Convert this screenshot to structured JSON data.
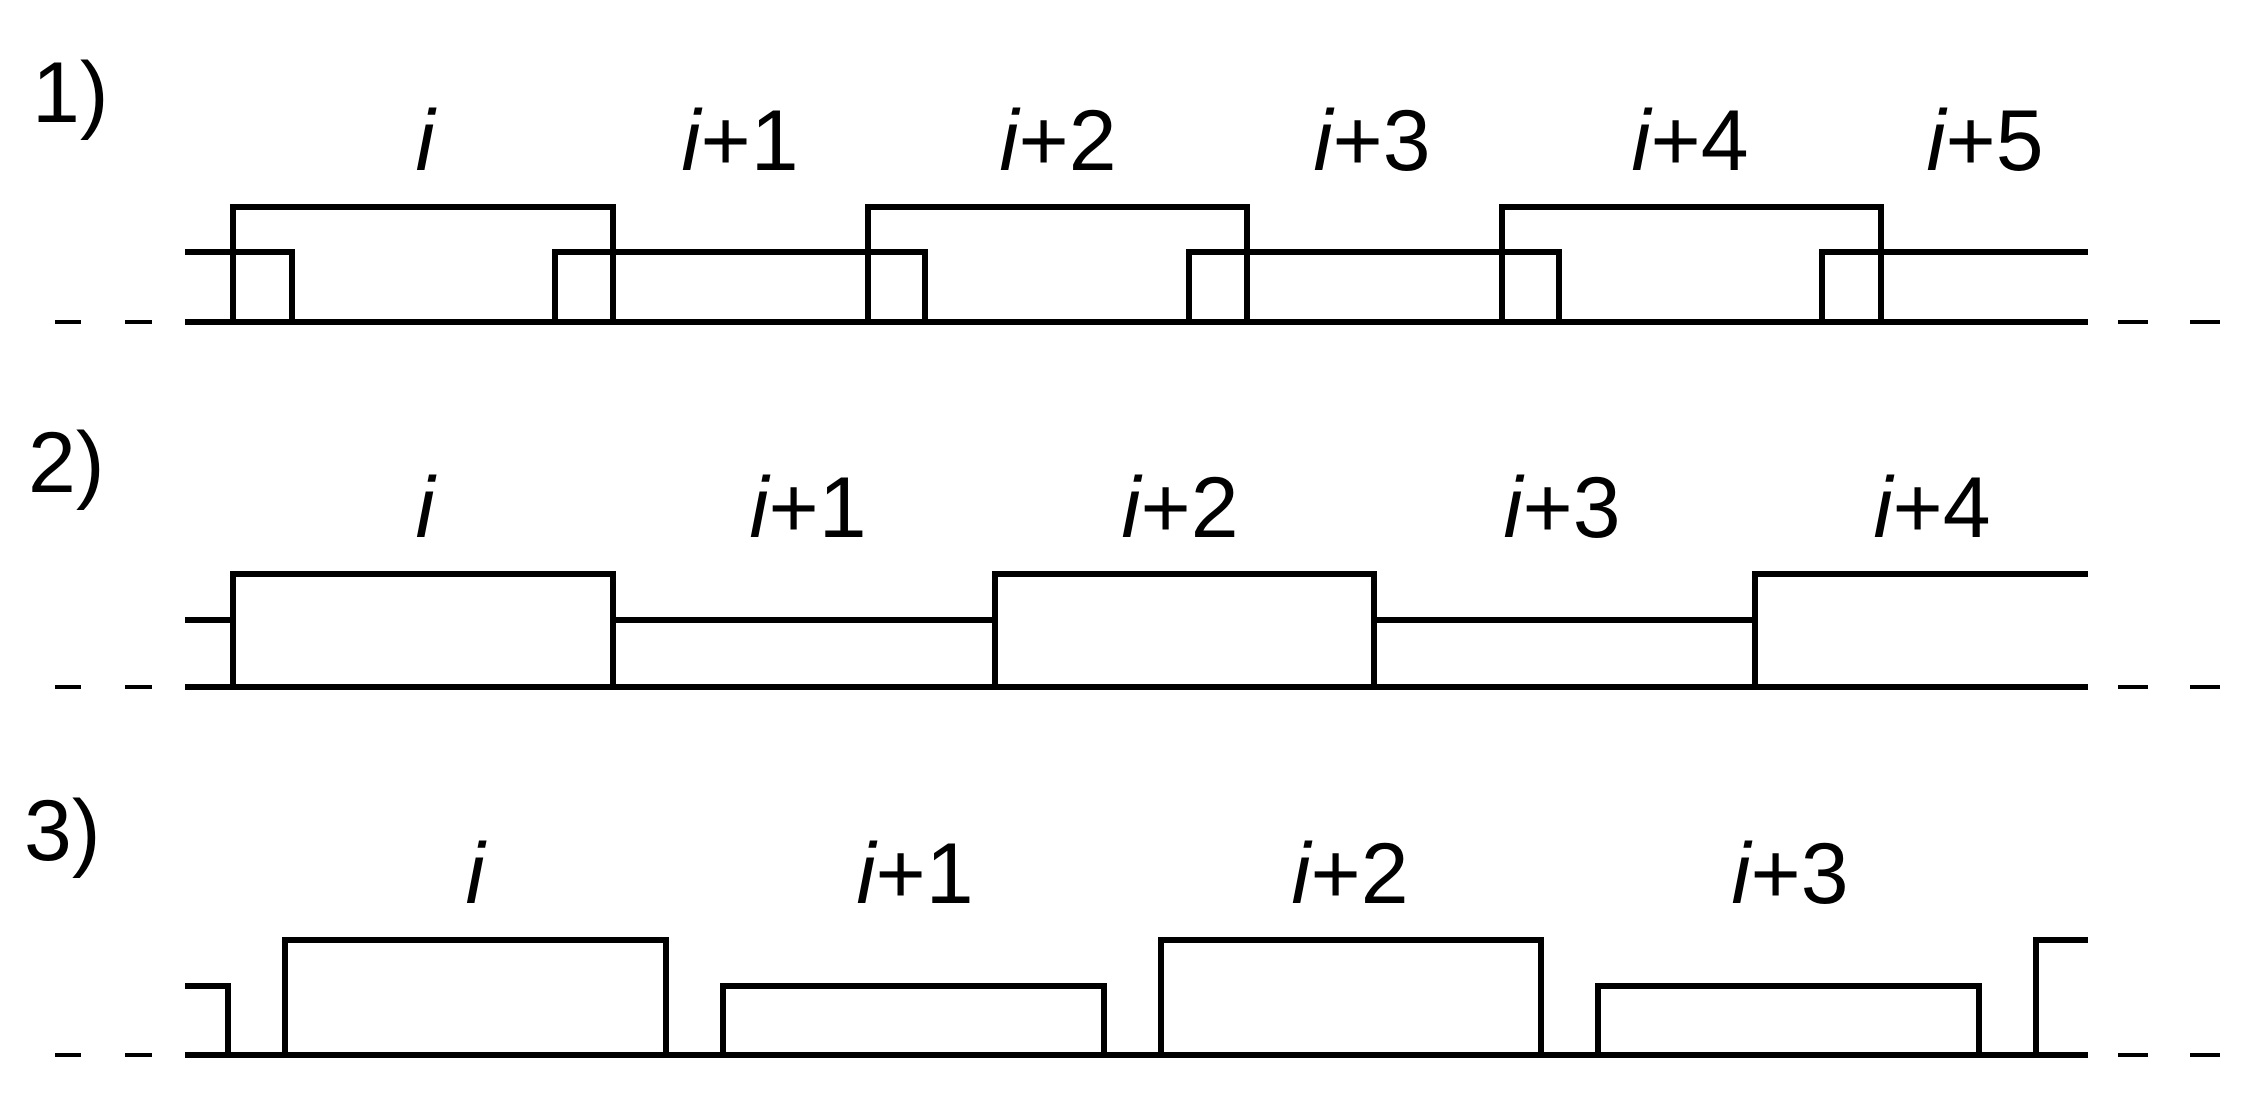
{
  "rows": [
    {
      "label": "1)",
      "blocks": [
        {
          "var": "i",
          "suffix": ""
        },
        {
          "var": "i",
          "suffix": "+1"
        },
        {
          "var": "i",
          "suffix": "+2"
        },
        {
          "var": "i",
          "suffix": "+3"
        },
        {
          "var": "i",
          "suffix": "+4"
        },
        {
          "var": "i",
          "suffix": "+5"
        }
      ]
    },
    {
      "label": "2)",
      "blocks": [
        {
          "var": "i",
          "suffix": ""
        },
        {
          "var": "i",
          "suffix": "+1"
        },
        {
          "var": "i",
          "suffix": "+2"
        },
        {
          "var": "i",
          "suffix": "+3"
        },
        {
          "var": "i",
          "suffix": "+4"
        }
      ]
    },
    {
      "label": "3)",
      "blocks": [
        {
          "var": "i",
          "suffix": ""
        },
        {
          "var": "i",
          "suffix": "+1"
        },
        {
          "var": "i",
          "suffix": "+2"
        },
        {
          "var": "i",
          "suffix": "+3"
        }
      ]
    }
  ]
}
